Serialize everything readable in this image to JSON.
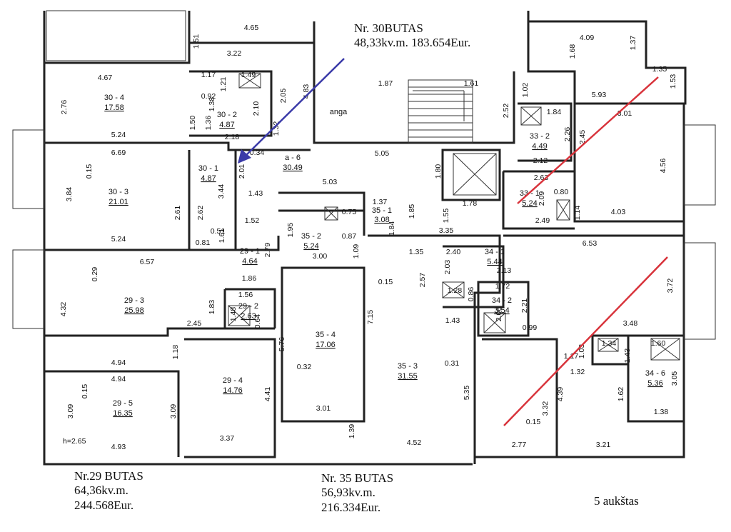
{
  "captions": {
    "apt30": {
      "title": "Nr. 30BUTAS",
      "details": "48,33kv.m. 183.654Eur."
    },
    "apt29": {
      "title": "Nr.29 BUTAS",
      "area": "64,36kv.m.",
      "price": "244.568Eur."
    },
    "apt35": {
      "title": "Nr. 35 BUTAS",
      "area": "56,93kv.m.",
      "price": "216.334Eur."
    },
    "floor": "5 aukštas"
  },
  "rooms": [
    {
      "id": "30 - 4",
      "area": "17.58"
    },
    {
      "id": "30 - 2",
      "area": "4.87"
    },
    {
      "id": "30 - 1",
      "area": "4.87"
    },
    {
      "id": "30 - 3",
      "area": "21.01"
    },
    {
      "id": "a - 6",
      "area": "30.49"
    },
    {
      "id": "29 - 1",
      "area": "4.64"
    },
    {
      "id": "29 - 3",
      "area": "25.98"
    },
    {
      "id": "29 - 2",
      "area": "2.63"
    },
    {
      "id": "29 - 4",
      "area": "14.76"
    },
    {
      "id": "29 - 5",
      "area": "16.35"
    },
    {
      "id": "35 - 1",
      "area": "3.08"
    },
    {
      "id": "35 - 2",
      "area": "5.24"
    },
    {
      "id": "35 - 4",
      "area": "17.06"
    },
    {
      "id": "35 - 3",
      "area": "31.55"
    },
    {
      "id": "34 - 1",
      "area": "5.44"
    },
    {
      "id": "34 - 2",
      "area": "3.54"
    },
    {
      "id": "34 - 6",
      "area": "5.36"
    },
    {
      "id": "33 - 2",
      "area": "4.49"
    },
    {
      "id": "33 - 1",
      "area": "5.24"
    }
  ],
  "labels": {
    "angā": "anga",
    "height": "h=2.65"
  },
  "dims": [
    "4.65",
    "3.22",
    "1.51",
    "4.67",
    "2.76",
    "5.24",
    "1.17",
    "1.49",
    "0.92",
    "1.21",
    "1.38",
    "2.10",
    "1.50",
    "1.36",
    "2.05",
    "1.32",
    "2.18",
    "4.83",
    "6.69",
    "0.15",
    "3.84",
    "0.34",
    "2.01",
    "1.43",
    "2.61",
    "2.62",
    "3.44",
    "0.51",
    "0.81",
    "1.52",
    "1.61",
    "2.79",
    "5.24",
    "6.57",
    "0.29",
    "4.32",
    "1.83",
    "2.45",
    "1.56",
    "1.48",
    "0.64",
    "1.86",
    "1.18",
    "4.94",
    "4.94",
    "0.15",
    "3.09",
    "3.09",
    "4.41",
    "3.37",
    "4.93",
    "1.87",
    "1.61",
    "2.52",
    "5.05",
    "5.03",
    "1.95",
    "0.75",
    "0.87",
    "1.09",
    "1.37",
    "1.85",
    "1.84",
    "3.00",
    "1.35",
    "0.15",
    "2.57",
    "7.15",
    "5.76",
    "0.32",
    "3.01",
    "1.39",
    "4.52",
    "0.31",
    "5.35",
    "1.78",
    "1.55",
    "1.80",
    "3.35",
    "2.40",
    "2.03",
    "2.13",
    "0.86",
    "1.28",
    "1.72",
    "2.06",
    "2.21",
    "0.99",
    "1.43",
    "4.09",
    "1.37",
    "1.68",
    "1.35",
    "1.53",
    "1.02",
    "5.93",
    "1.84",
    "2.26",
    "3.01",
    "2.45",
    "2.12",
    "4.56",
    "2.63",
    "0.80",
    "2.09",
    "1.14",
    "2.49",
    "4.03",
    "6.53",
    "3.72",
    "3.48",
    "1.34",
    "1.60",
    "1.17",
    "1.03",
    "1.43",
    "1.32",
    "3.05",
    "4.39",
    "3.32",
    "1.62",
    "1.38",
    "0.15",
    "2.77",
    "3.21"
  ],
  "colors": {
    "arrow": "#3a3aa8",
    "redline": "#d8333b",
    "wall": "#222222"
  }
}
